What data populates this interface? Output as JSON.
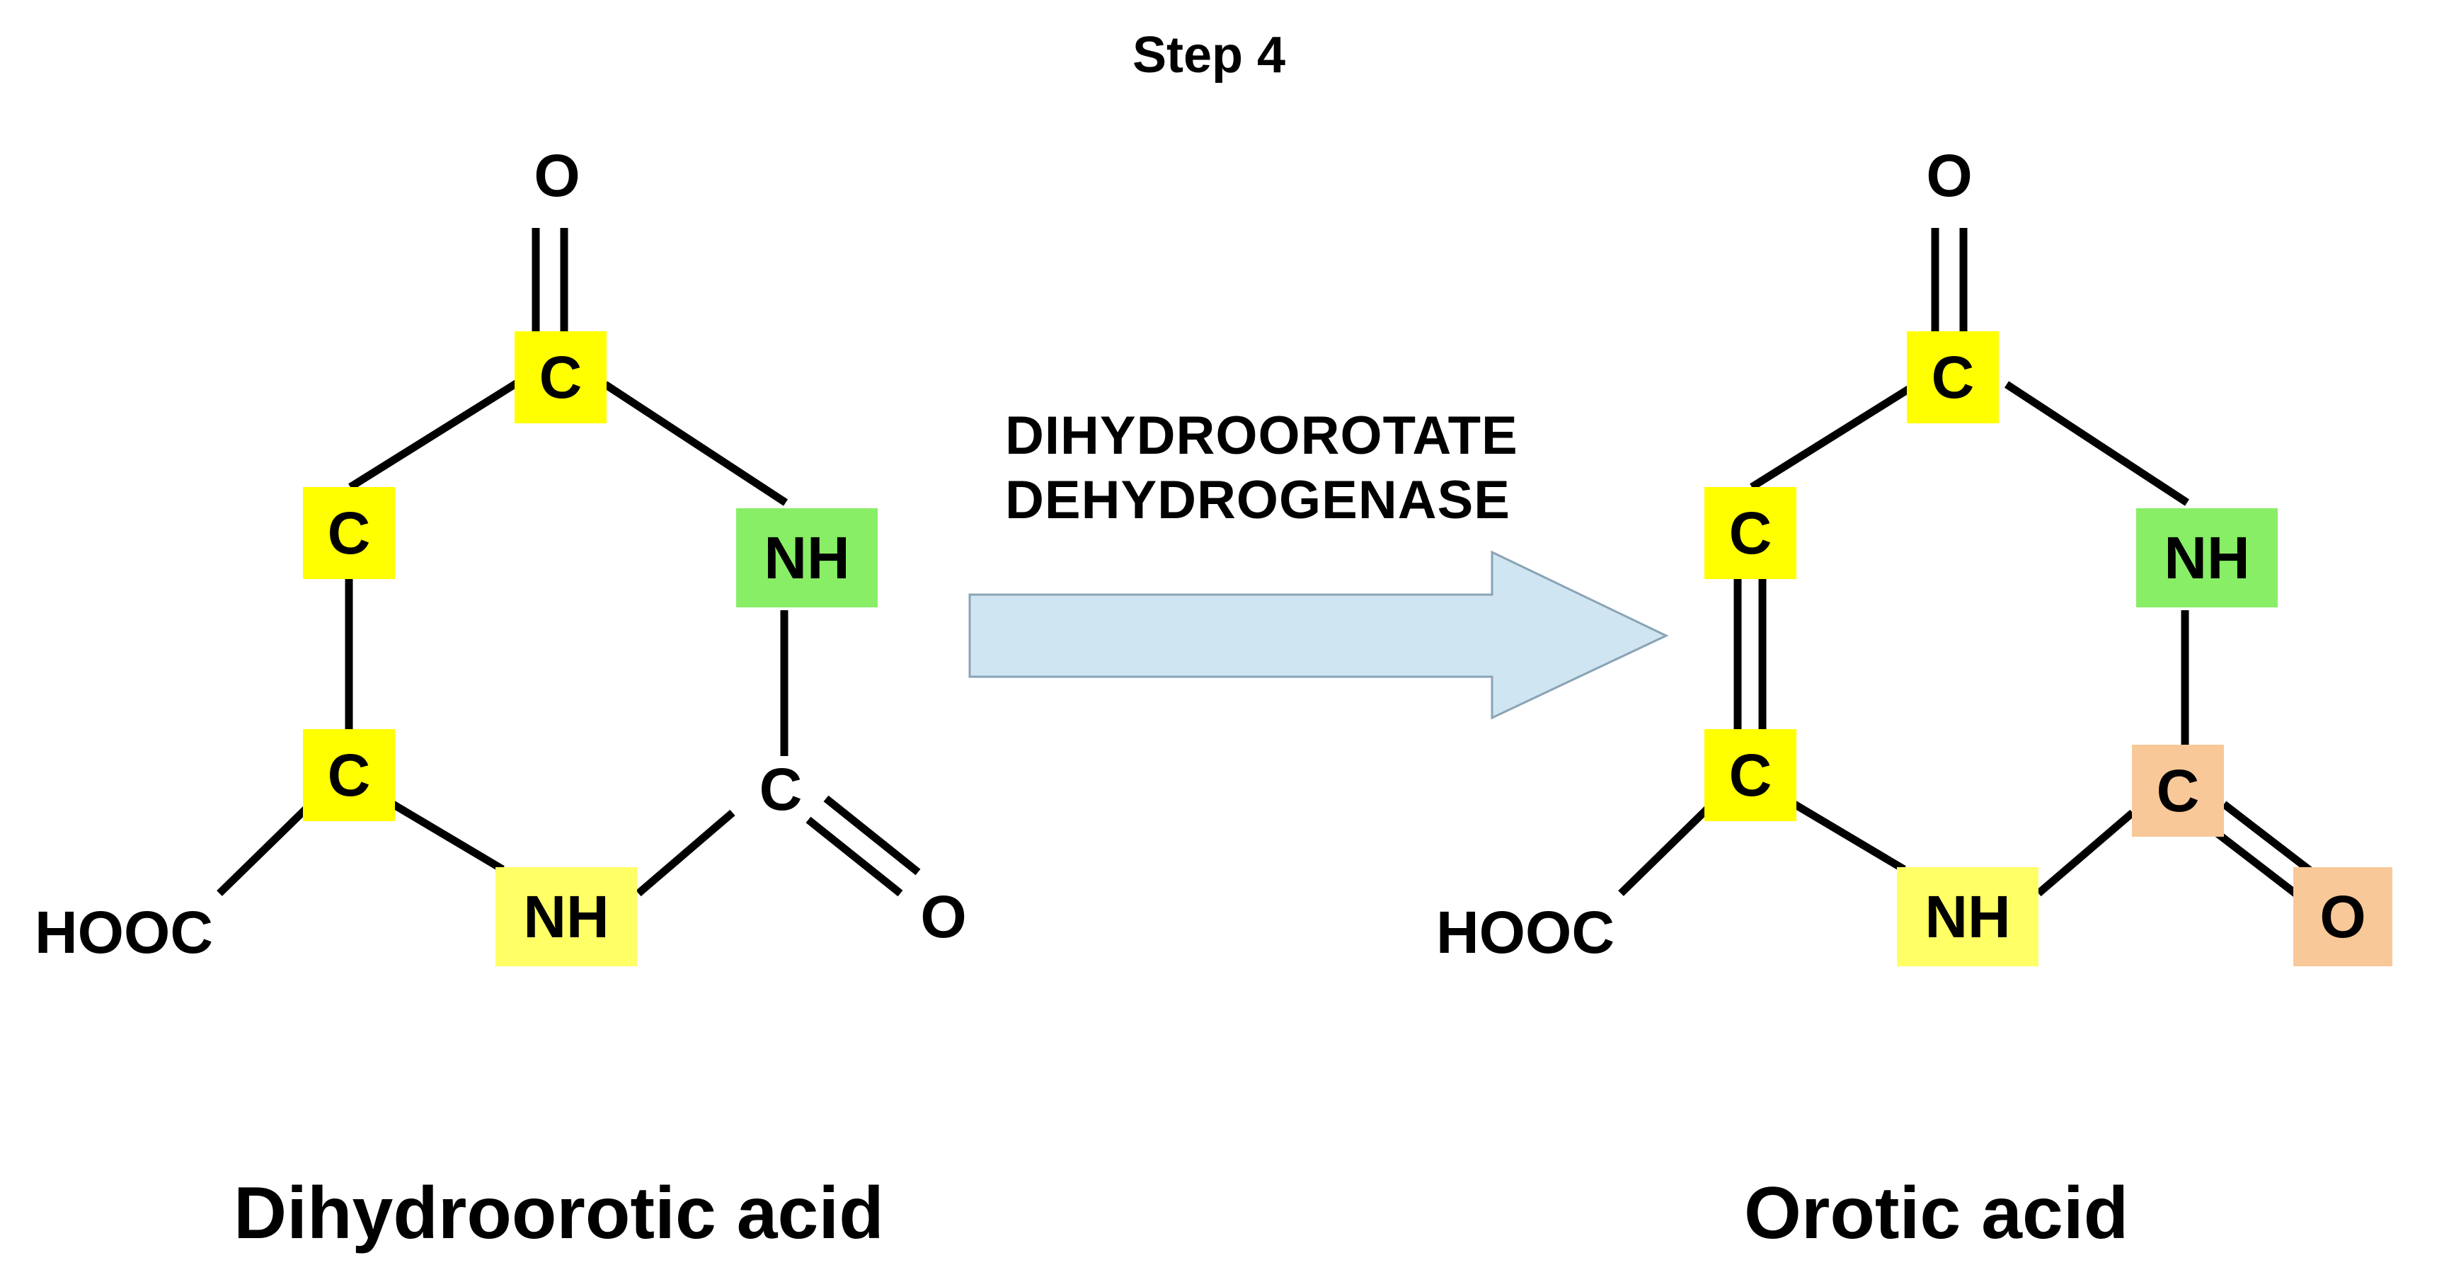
{
  "title": "Step 4",
  "enzyme": {
    "line1": "DIHYDROOROTATE",
    "line2": "DEHYDROGENASE"
  },
  "colors": {
    "carbon_highlight": "#ffff00",
    "nitrogen_highlight": "#88ee66",
    "nh_yellow": "#ffff66",
    "changed_highlight": "#f8c898",
    "arrow_fill": "#cfe5f2",
    "arrow_stroke": "#8aa3b5"
  },
  "left_molecule": {
    "name": "Dihydroorotic acid",
    "atoms": {
      "o_top": "O",
      "c_top": "C",
      "c_left_upper": "C",
      "nh_right": "NH",
      "c_left_lower": "C",
      "c_right_lower": "C",
      "hooc": "HOOC",
      "nh_bottom": "NH",
      "o_right": "O"
    }
  },
  "right_molecule": {
    "name": "Orotic acid",
    "atoms": {
      "o_top": "O",
      "c_top": "C",
      "c_left_upper": "C",
      "nh_right": "NH",
      "c_left_lower": "C",
      "c_right_lower": "C",
      "hooc": "HOOC",
      "nh_bottom": "NH",
      "o_right": "O"
    }
  }
}
